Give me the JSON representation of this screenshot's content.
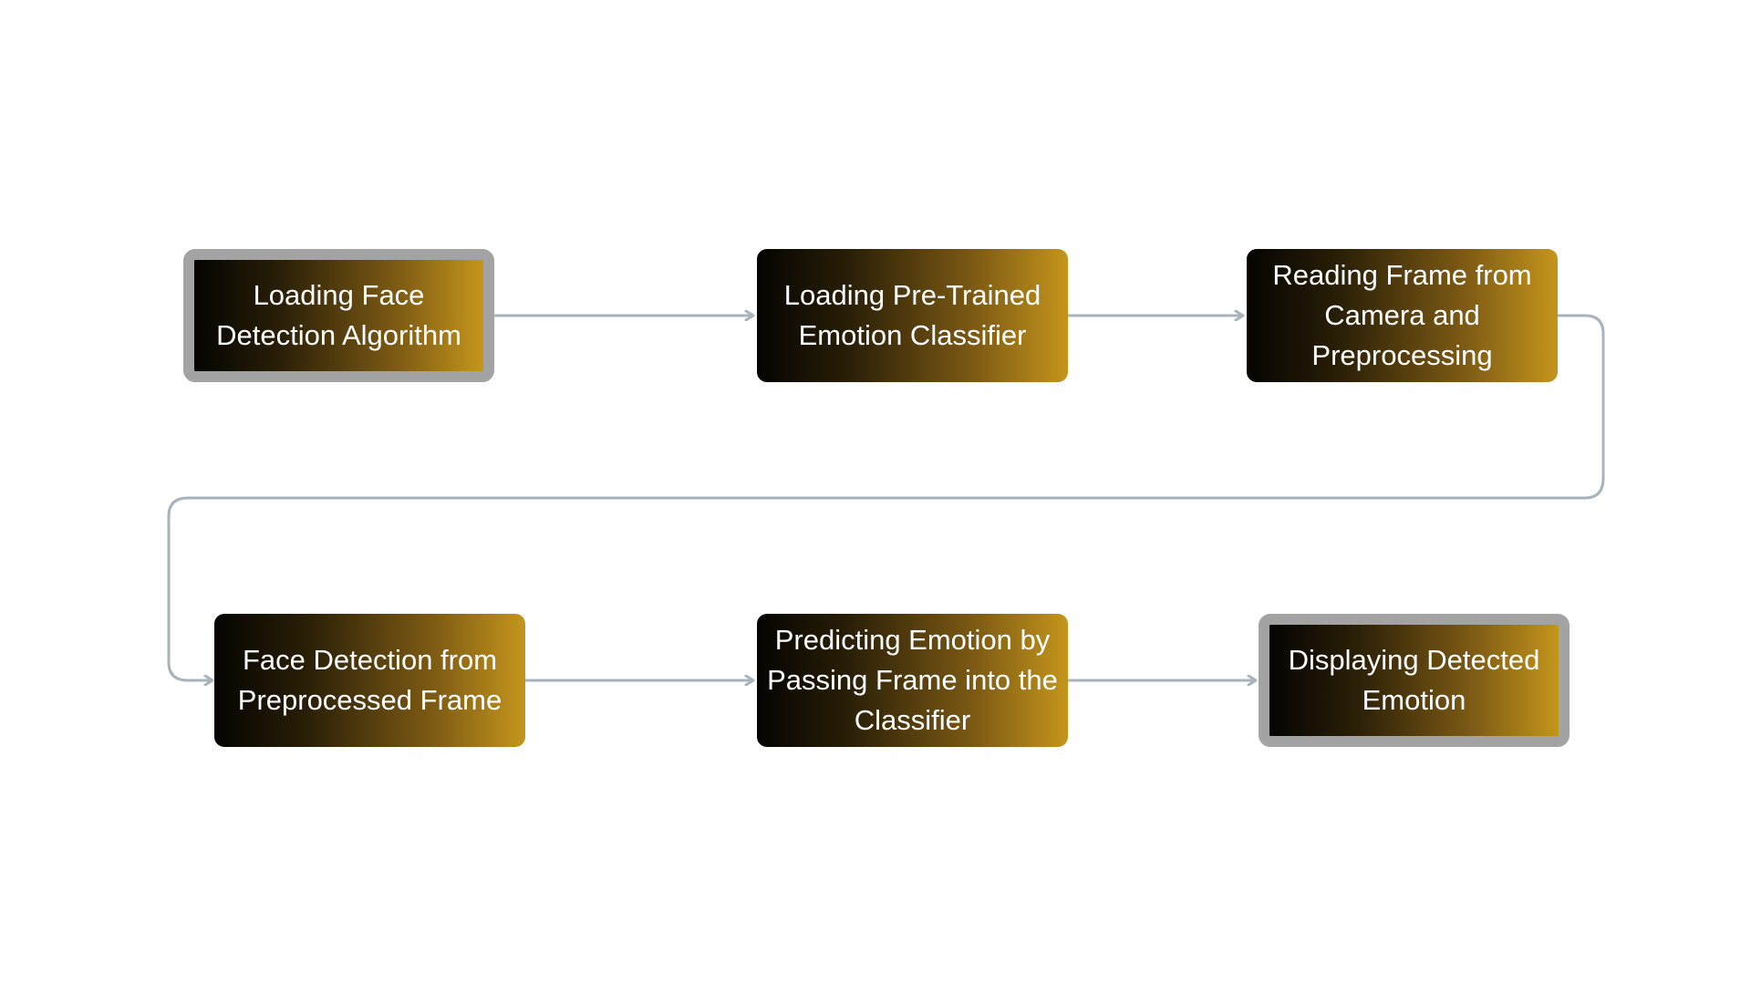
{
  "diagram": {
    "colors": {
      "connector": "#a9b3bc",
      "terminal_border": "#a3a3a3",
      "gradient_start": "#050402",
      "gradient_end": "#c4951c",
      "text": "#ffffff"
    },
    "nodes": [
      {
        "id": "n1",
        "label": "Loading Face\nDetection Algorithm",
        "terminal": true
      },
      {
        "id": "n2",
        "label": "Loading Pre-Trained\nEmotion Classifier",
        "terminal": false
      },
      {
        "id": "n3",
        "label": "Reading Frame from\nCamera and\nPreprocessing",
        "terminal": false
      },
      {
        "id": "n4",
        "label": "Face Detection from\nPreprocessed Frame",
        "terminal": false
      },
      {
        "id": "n5",
        "label": "Predicting Emotion by\nPassing Frame into the\nClassifier",
        "terminal": false
      },
      {
        "id": "n6",
        "label": "Displaying Detected\nEmotion",
        "terminal": true
      }
    ],
    "edges": [
      {
        "from": "n1",
        "to": "n2"
      },
      {
        "from": "n2",
        "to": "n3"
      },
      {
        "from": "n3",
        "to": "n4"
      },
      {
        "from": "n4",
        "to": "n5"
      },
      {
        "from": "n5",
        "to": "n6"
      }
    ]
  }
}
